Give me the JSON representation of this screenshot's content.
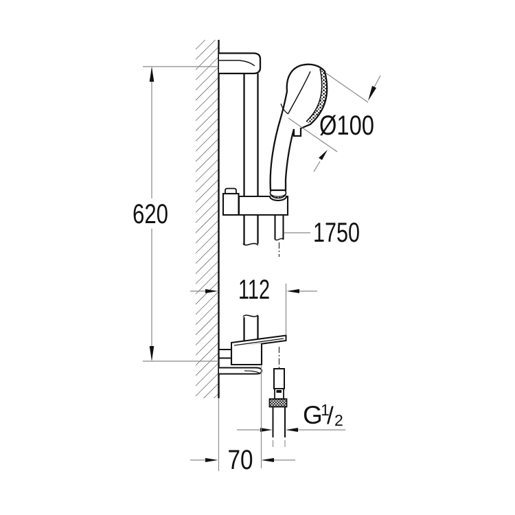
{
  "drawing": {
    "labels": {
      "rail_height": "620",
      "head_diameter": "Ø100",
      "hose_length": "1750",
      "bracket_depth": "112",
      "wall_offset": "70",
      "thread": {
        "g": "G",
        "numerator": "1",
        "slash": "/",
        "denominator": "2"
      }
    },
    "colors": {
      "object_line": "#111111",
      "dimension_line": "#878787",
      "hatch": "#3a3a3a",
      "text": "#111111",
      "background": "#ffffff"
    }
  }
}
